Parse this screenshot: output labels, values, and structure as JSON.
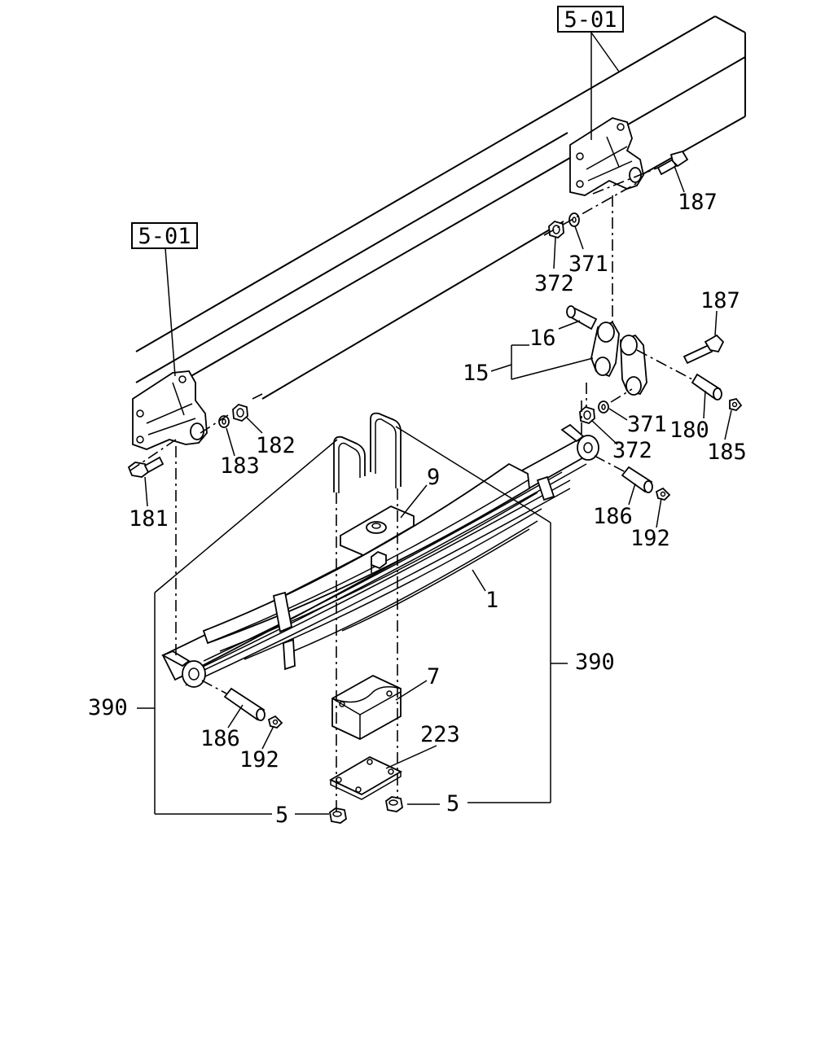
{
  "section_refs": [
    "5-01",
    "5-01"
  ],
  "callouts": {
    "c187a": "187",
    "c372a": "372",
    "c371a": "371",
    "c187b": "187",
    "c16": "16",
    "c15": "15",
    "c180": "180",
    "c185": "185",
    "c371b": "371",
    "c372b": "372",
    "c183": "183",
    "c182": "182",
    "c181": "181",
    "c9": "9",
    "c186a": "186",
    "c192a": "192",
    "c1": "1",
    "c390a": "390",
    "c390b": "390",
    "c7": "7",
    "c186b": "186",
    "c192b": "192",
    "c223": "223",
    "c5a": "5",
    "c5b": "5"
  }
}
